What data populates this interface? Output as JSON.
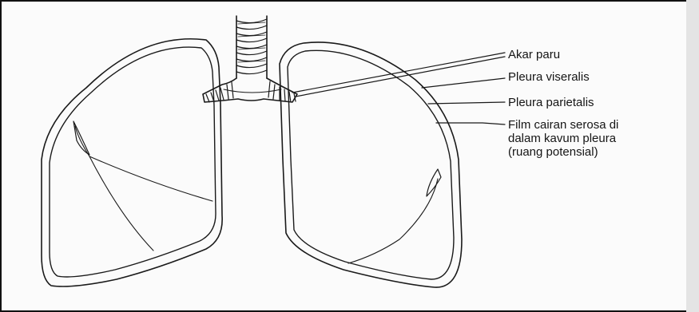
{
  "labels": {
    "akar_paru": "Akar paru",
    "pleura_viseralis": "Pleura viseralis",
    "pleura_parietalis": "Pleura parietalis",
    "film": {
      "line1": "Film cairan serosa di",
      "line2": "dalam kavum pleura",
      "line3": "(ruang potensial)"
    }
  },
  "colors": {
    "ink": "#1a1a1a",
    "paper": "#fbfbfb",
    "frame": "#111111"
  }
}
